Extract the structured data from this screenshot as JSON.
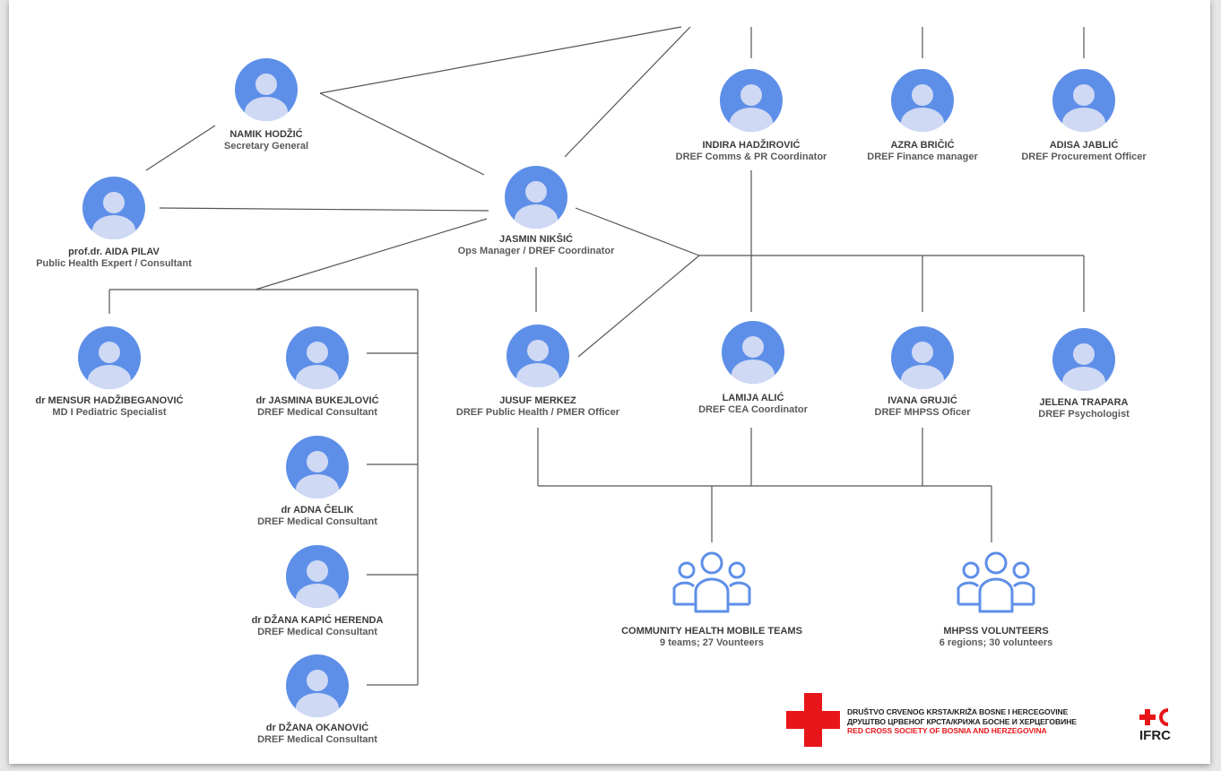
{
  "people": {
    "namik": {
      "name": "NAMIK HODŽIĆ",
      "role": "Secretary General"
    },
    "aida": {
      "name": "prof.dr. AIDA PILAV",
      "role": "Public Health Expert / Consultant"
    },
    "jasmin_n": {
      "name": "JASMIN NIKŠIĆ",
      "role": "Ops Manager / DREF Coordinator"
    },
    "indira": {
      "name": "INDIRA HADŽIROVIĆ",
      "role": "DREF Comms & PR Coordinator"
    },
    "azra": {
      "name": "AZRA BRIČIĆ",
      "role": "DREF Finance manager"
    },
    "adisa": {
      "name": "ADISA JABLIĆ",
      "role": "DREF Procurement Officer"
    },
    "mensur": {
      "name": "dr MENSUR HADŽIBEGANOVIĆ",
      "role": "MD I Pediatric Specialist"
    },
    "jasmina_b": {
      "name": "dr JASMINA BUKEJLOVIĆ",
      "role": "DREF Medical Consultant"
    },
    "jusuf": {
      "name": "JUSUF MERKEZ",
      "role": "DREF Public Health / PMER Officer"
    },
    "lamija": {
      "name": "LAMIJA ALIĆ",
      "role": "DREF CEA Coordinator"
    },
    "ivana": {
      "name": "IVANA GRUJIĆ",
      "role": "DREF MHPSS Oficer"
    },
    "jelena": {
      "name": "JELENA TRAPARA",
      "role": "DREF Psychologist"
    },
    "adna": {
      "name": "dr ADNA ČELIK",
      "role": "DREF Medical Consultant"
    },
    "dzana_k": {
      "name": "dr DŽANA KAPIĆ HERENDA",
      "role": "DREF Medical Consultant"
    },
    "dzana_o": {
      "name": "dr DŽANA OKANOVIĆ",
      "role": "DREF Medical Consultant"
    }
  },
  "teams": {
    "chmt": {
      "name": "COMMUNITY HEALTH MOBILE TEAMS",
      "detail": "9 teams; 27 Vounteers"
    },
    "mhpss": {
      "name": "MHPSS VOLUNTEERS",
      "detail": "6 regions; 30 volunteers"
    }
  },
  "logo": {
    "line1": "DRUŠTVO CRVENOG KRSTA/KRIŽA BOSNE I HERCEGOVINE",
    "line2": "ДРУШТВО ЦРВЕНОГ КРСТА/КРИЖА БОСНЕ И ХЕРЦЕГОВИНЕ",
    "line3": "RED CROSS SOCIETY OF BOSNIA AND HERZEGOVINA",
    "ifrc": "IFRC"
  },
  "colors": {
    "avatar_bg": "#5e8fe8",
    "avatar_person": "#cfd9f4",
    "team_icon": "#5e8fe8",
    "red_cross": "#e8161b",
    "line": "#555555"
  },
  "icons": {
    "person": "person-avatar-icon",
    "team": "group-icon"
  }
}
